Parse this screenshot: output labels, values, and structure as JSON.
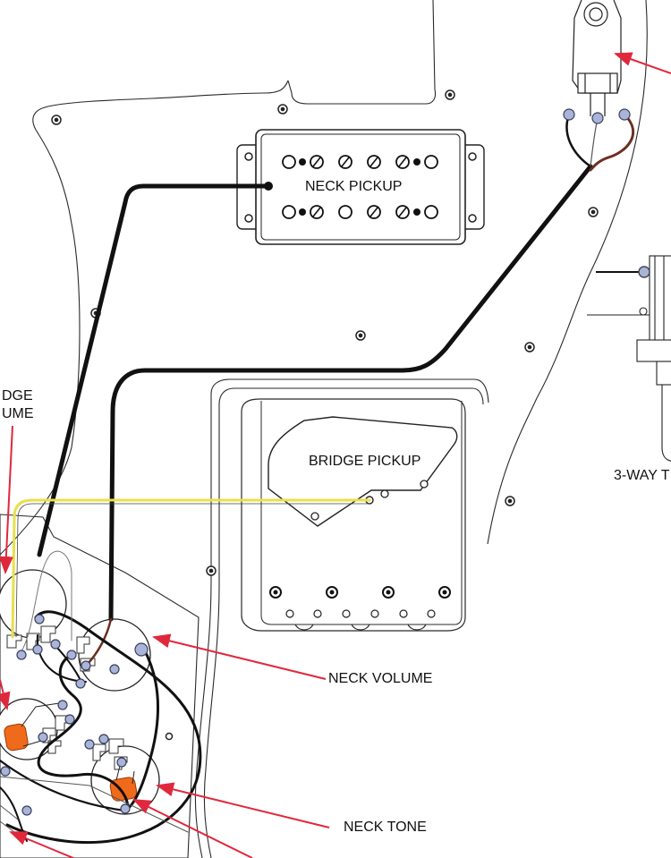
{
  "labels": {
    "neck_pickup": "NECK PICKUP",
    "bridge_pickup": "BRIDGE PICKUP",
    "bridge_volume_line1": "DGE",
    "bridge_volume_line2": "UME",
    "three_way": "3-WAY T",
    "neck_volume": "NECK VOLUME",
    "neck_tone": "NECK TONE"
  },
  "colors": {
    "outline": "#2a2a2a",
    "wire_black": "#111111",
    "wire_yellow": "#e8e04a",
    "wire_brown": "#6b2f22",
    "arrow_red": "#e0283c",
    "terminal": "#a9b4d8",
    "capacitor": "#f06a1c"
  }
}
